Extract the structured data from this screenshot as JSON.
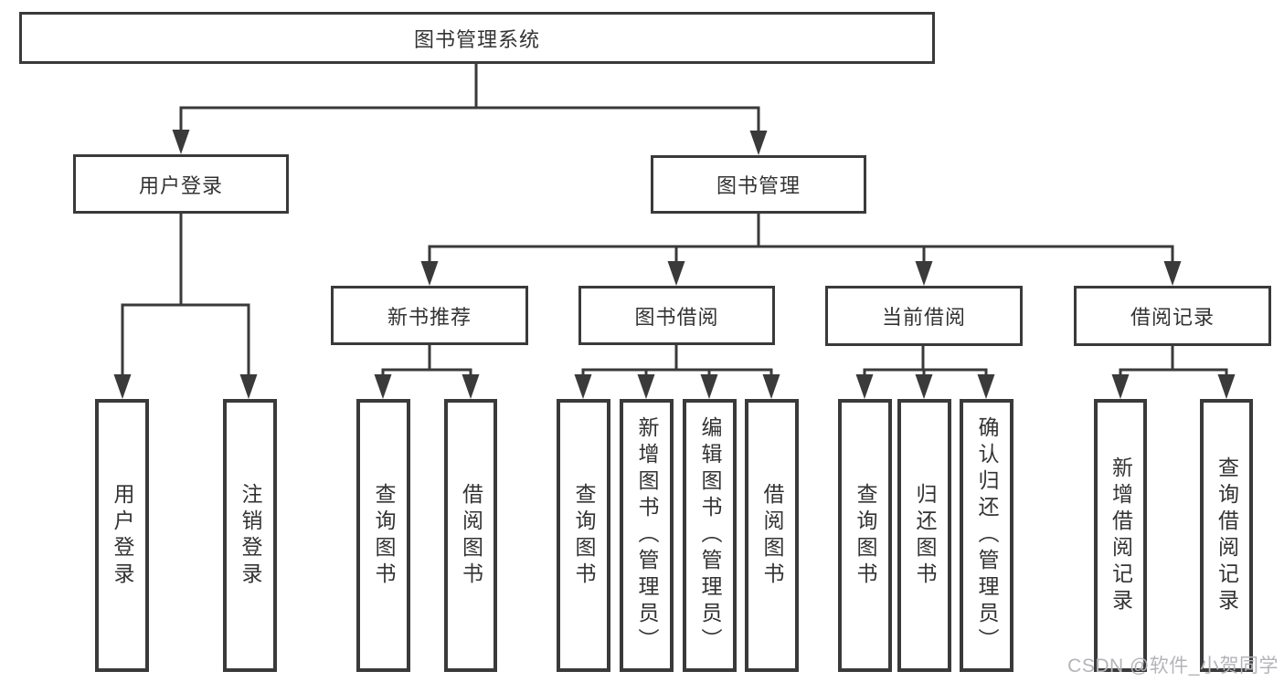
{
  "diagram": {
    "root": "图书管理系统",
    "level2": {
      "user_login": "用户登录",
      "book_management": "图书管理"
    },
    "level3": {
      "new_book_recommend": "新书推荐",
      "book_borrowing": "图书借阅",
      "current_borrowing": "当前借阅",
      "borrowing_records": "借阅记录"
    },
    "leaves": {
      "user_login": "用户登录",
      "logout": "注销登录",
      "recommend_query_books": "查询图书",
      "recommend_borrow_books": "借阅图书",
      "borrowing_query_books": "查询图书",
      "borrowing_add_books_admin": "新增图书（管理员）",
      "borrowing_edit_books_admin": "编辑图书（管理员）",
      "borrowing_borrow_books": "借阅图书",
      "current_query_books": "查询图书",
      "current_return_books": "归还图书",
      "current_confirm_return_admin": "确认归还（管理员）",
      "records_add_record": "新增借阅记录",
      "records_query_record": "查询借阅记录"
    }
  },
  "watermark": "CSDN @软件_小贺同学",
  "colors": {
    "line": "#3a3a3a",
    "text": "#333333",
    "watermark": "#b5b3b8",
    "background": "#ffffff"
  }
}
